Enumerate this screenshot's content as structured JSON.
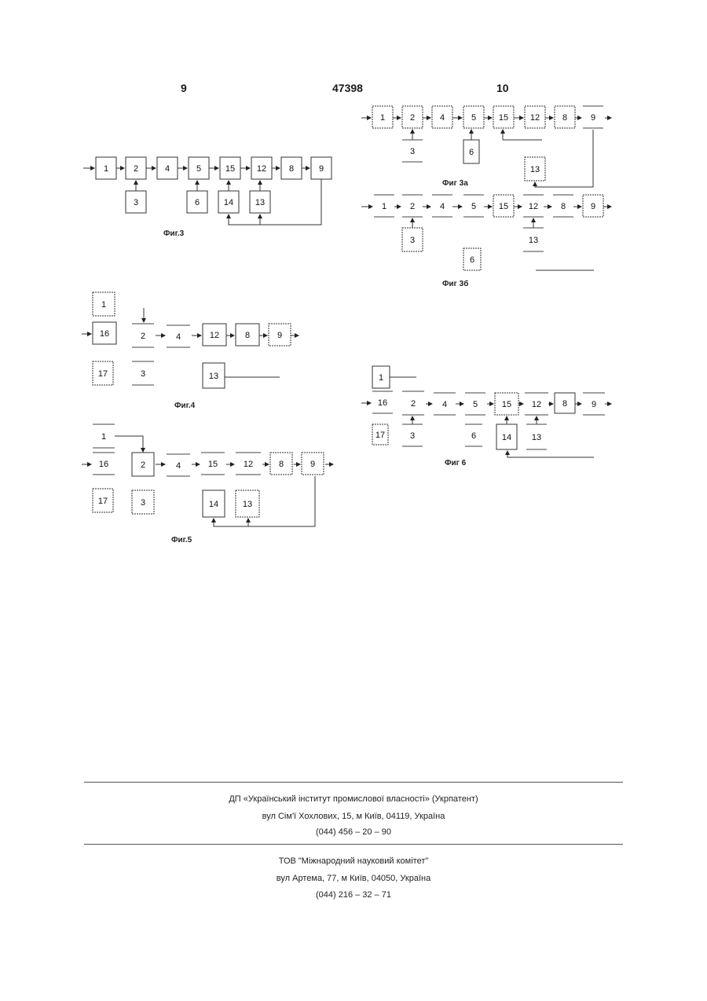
{
  "header": {
    "page_left": "9",
    "patent_number": "47398",
    "page_right": "10"
  },
  "figures": [
    {
      "id": "fig3",
      "caption": "Фиг.3"
    },
    {
      "id": "fig3a",
      "caption": "Фиг 3а"
    },
    {
      "id": "fig3b",
      "caption": "Фиг 3б"
    },
    {
      "id": "fig4",
      "caption": "Фиг.4"
    },
    {
      "id": "fig5",
      "caption": "Фиг.5"
    },
    {
      "id": "fig6",
      "caption": "Фиг 6"
    }
  ],
  "footer": {
    "publisher": [
      "ДП «Український інститут промислової власності» (Укрпатент)",
      "вул  Сім'ї Хохлових, 15, м  Київ, 04119, Україна",
      "(044) 456 – 20 –  90"
    ],
    "printer": [
      "ТОВ \"Міжнародний науковий комітет\"",
      "вул  Артема, 77, м  Київ, 04050, Україна",
      "(044) 216 – 32 – 71"
    ]
  }
}
